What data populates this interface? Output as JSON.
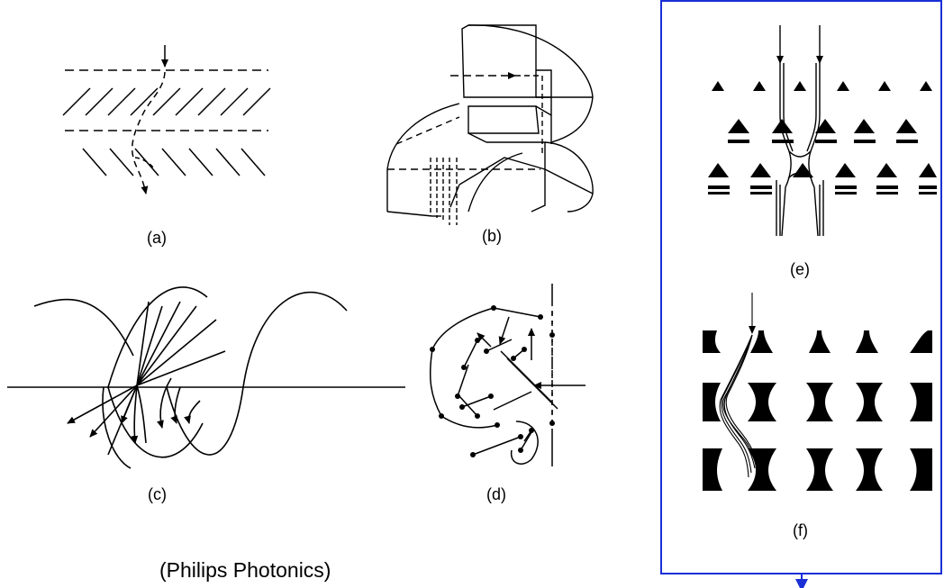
{
  "panels": {
    "a": {
      "label": "(a)"
    },
    "b": {
      "label": "(b)"
    },
    "c": {
      "label": "(c)"
    },
    "d": {
      "label": "(d)"
    },
    "e": {
      "label": "(e)"
    },
    "f": {
      "label": "(f)"
    }
  },
  "credit": "(Philips Photonics)",
  "colors": {
    "frame": "#1a2fd6",
    "ink": "#000000"
  }
}
